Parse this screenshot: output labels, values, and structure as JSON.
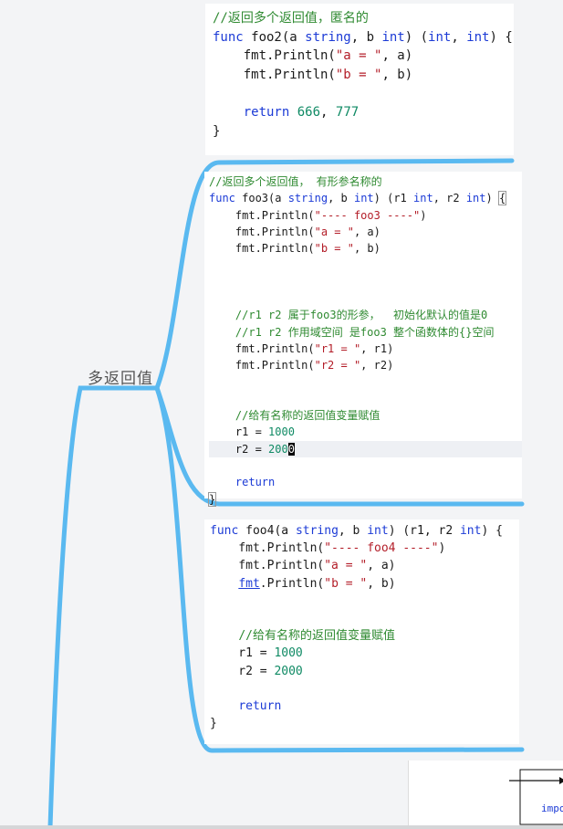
{
  "node": {
    "label": "多返回值"
  },
  "colors": {
    "branch": "#5ab9f0",
    "comment": "#2f8a31",
    "keyword": "#1c3bd6",
    "string": "#b31d28",
    "number": "#0f8a64"
  },
  "cards": {
    "foo2": {
      "lines": [
        [
          {
            "t": "//返回多个返回值，匿名的",
            "c": "cm"
          }
        ],
        [
          {
            "t": "func",
            "c": "kw"
          },
          {
            "t": " foo2(a "
          },
          {
            "t": "string",
            "c": "ty"
          },
          {
            "t": ", b "
          },
          {
            "t": "int",
            "c": "ty"
          },
          {
            "t": ") ("
          },
          {
            "t": "int",
            "c": "ty"
          },
          {
            "t": ", "
          },
          {
            "t": "int",
            "c": "ty"
          },
          {
            "t": ") {"
          }
        ],
        [
          {
            "t": "    fmt.Println("
          },
          {
            "t": "\"a = \"",
            "c": "str"
          },
          {
            "t": ", a)"
          }
        ],
        [
          {
            "t": "    fmt.Println("
          },
          {
            "t": "\"b = \"",
            "c": "str"
          },
          {
            "t": ", b)"
          }
        ],
        [
          {
            "t": " "
          }
        ],
        [
          {
            "t": "    "
          },
          {
            "t": "return",
            "c": "kw"
          },
          {
            "t": " "
          },
          {
            "t": "666",
            "c": "num"
          },
          {
            "t": ", "
          },
          {
            "t": "777",
            "c": "num"
          }
        ],
        [
          {
            "t": "}"
          }
        ]
      ]
    },
    "foo3": {
      "lines": [
        [
          {
            "t": "//返回多个返回值， 有形参名称的",
            "c": "cm"
          }
        ],
        [
          {
            "t": "func",
            "c": "kw"
          },
          {
            "t": " foo3(a "
          },
          {
            "t": "string",
            "c": "ty"
          },
          {
            "t": ", b "
          },
          {
            "t": "int",
            "c": "ty"
          },
          {
            "t": ") (r1 "
          },
          {
            "t": "int",
            "c": "ty"
          },
          {
            "t": ", r2 "
          },
          {
            "t": "int",
            "c": "ty"
          },
          {
            "t": ") "
          },
          {
            "t": "{",
            "c": "bracket-box"
          }
        ],
        [
          {
            "t": "    fmt.Println("
          },
          {
            "t": "\"---- foo3 ----\"",
            "c": "str"
          },
          {
            "t": ")"
          }
        ],
        [
          {
            "t": "    fmt.Println("
          },
          {
            "t": "\"a = \"",
            "c": "str"
          },
          {
            "t": ", a)"
          }
        ],
        [
          {
            "t": "    fmt.Println("
          },
          {
            "t": "\"b = \"",
            "c": "str"
          },
          {
            "t": ", b)"
          }
        ],
        [
          {
            "t": " "
          }
        ],
        [
          {
            "t": " "
          }
        ],
        [
          {
            "t": " "
          }
        ],
        [
          {
            "t": "    "
          },
          {
            "t": "//r1 r2 属于foo3的形参，  初始化默认的值是0",
            "c": "cm"
          }
        ],
        [
          {
            "t": "    "
          },
          {
            "t": "//r1 r2 作用域空间 是foo3 整个函数体的{}空间",
            "c": "cm"
          }
        ],
        [
          {
            "t": "    fmt.Println("
          },
          {
            "t": "\"r1 = \"",
            "c": "str"
          },
          {
            "t": ", r1)"
          }
        ],
        [
          {
            "t": "    fmt.Println("
          },
          {
            "t": "\"r2 = \"",
            "c": "str"
          },
          {
            "t": ", r2)"
          }
        ],
        [
          {
            "t": " "
          }
        ],
        [
          {
            "t": " "
          }
        ],
        [
          {
            "t": "    "
          },
          {
            "t": "//给有名称的返回值变量赋值",
            "c": "cm"
          }
        ],
        [
          {
            "t": "    r1 = "
          },
          {
            "t": "1000",
            "c": "num"
          }
        ],
        [
          {
            "t": "    r2 = "
          },
          {
            "t": "200",
            "c": "num"
          },
          {
            "t": "0",
            "c": "cursor"
          }
        ],
        [
          {
            "t": " "
          }
        ],
        [
          {
            "t": "    "
          },
          {
            "t": "return",
            "c": "kw"
          }
        ],
        [
          {
            "t": "}",
            "c": "bracket-box"
          }
        ]
      ]
    },
    "foo4": {
      "lines": [
        [
          {
            "t": "func",
            "c": "kw"
          },
          {
            "t": " foo4(a "
          },
          {
            "t": "string",
            "c": "ty"
          },
          {
            "t": ", b "
          },
          {
            "t": "int",
            "c": "ty"
          },
          {
            "t": ") (r1, r2 "
          },
          {
            "t": "int",
            "c": "ty"
          },
          {
            "t": ") {"
          }
        ],
        [
          {
            "t": "    fmt.Println("
          },
          {
            "t": "\"---- foo4 ----\"",
            "c": "str"
          },
          {
            "t": ")"
          }
        ],
        [
          {
            "t": "    fmt.Println("
          },
          {
            "t": "\"a = \"",
            "c": "str"
          },
          {
            "t": ", a)"
          }
        ],
        [
          {
            "t": "    "
          },
          {
            "t": "fmt",
            "c": "pkg-ul"
          },
          {
            "t": ".Println("
          },
          {
            "t": "\"b = \"",
            "c": "str"
          },
          {
            "t": ", b)"
          }
        ],
        [
          {
            "t": " "
          }
        ],
        [
          {
            "t": " "
          }
        ],
        [
          {
            "t": "    "
          },
          {
            "t": "//给有名称的返回值变量赋值",
            "c": "cm"
          }
        ],
        [
          {
            "t": "    r1 = "
          },
          {
            "t": "1000",
            "c": "num"
          }
        ],
        [
          {
            "t": "    r2 = "
          },
          {
            "t": "2000",
            "c": "num"
          }
        ],
        [
          {
            "t": " "
          }
        ],
        [
          {
            "t": "    "
          },
          {
            "t": "return",
            "c": "kw"
          }
        ],
        [
          {
            "t": "}"
          }
        ]
      ]
    }
  },
  "thumbnail": {
    "text": "impo"
  }
}
